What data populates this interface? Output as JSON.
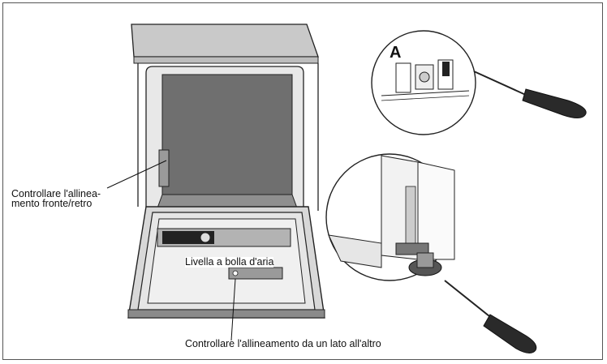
{
  "labels": {
    "front_back_line1": "Controllare l'allinea-",
    "front_back_line2": "mento fronte/retro",
    "bubble_level": "Livella a bolla d'aria",
    "side_to_side": "Controllare l'allineamento da un lato all'altro",
    "callout_a": "A"
  }
}
